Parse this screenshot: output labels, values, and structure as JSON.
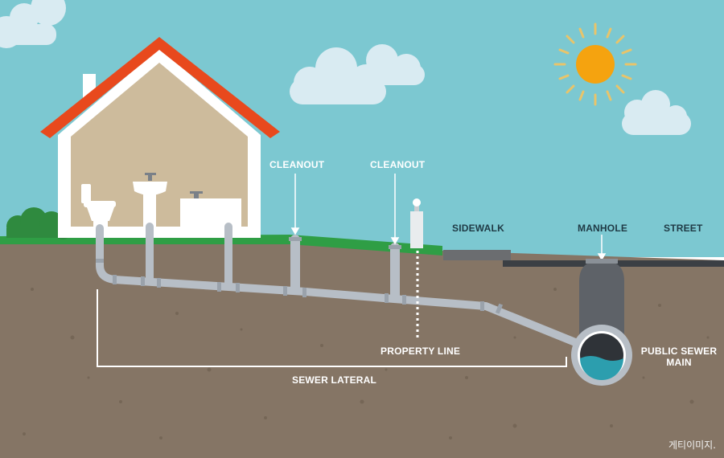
{
  "labels": {
    "cleanout_1": "CLEANOUT",
    "cleanout_2": "CLEANOUT",
    "sidewalk": "SIDEWALK",
    "manhole": "MANHOLE",
    "street": "STREET",
    "property_line": "PROPERTY LINE",
    "public_sewer_main_line1": "PUBLIC SEWER",
    "public_sewer_main_line2": "MAIN",
    "sewer_lateral": "SEWER LATERAL"
  },
  "watermark": "게티이미지.",
  "colors": {
    "sky": "#7cc8d1",
    "ground": "#857565",
    "grass": "#2f9e45",
    "house_wall": "#ffffff",
    "house_interior": "#cdbb9c",
    "roof": "#e8491d",
    "pipe": "#b7bec6",
    "sun": "#f5a30f",
    "manhole": "#5e6268",
    "water": "#2c9eae"
  },
  "icons": [
    "sun-icon",
    "cloud-icon",
    "toilet-icon",
    "sink-icon",
    "bathtub-icon",
    "bush-icon",
    "lamp-post-icon"
  ]
}
